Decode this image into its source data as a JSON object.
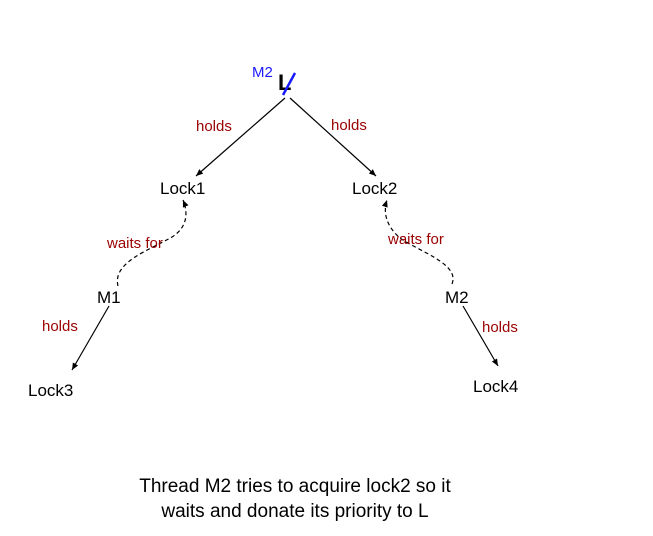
{
  "nodes": {
    "root": "L",
    "root_priority": "M2",
    "lock1": "Lock1",
    "lock2": "Lock2",
    "m1": "M1",
    "m2": "M2",
    "lock3": "Lock3",
    "lock4": "Lock4"
  },
  "edges": {
    "l_lock1": "holds",
    "l_lock2": "holds",
    "m1_lock1": "waits for",
    "m2_lock2": "waits for",
    "m1_lock3": "holds",
    "m2_lock4": "holds"
  },
  "caption": {
    "line1": "Thread M2 tries to acquire lock2 so it",
    "line2": "waits and donate its priority to L"
  },
  "colors": {
    "node_text": "#000000",
    "edge_label": "#990000",
    "priority": "#1a1aff"
  }
}
